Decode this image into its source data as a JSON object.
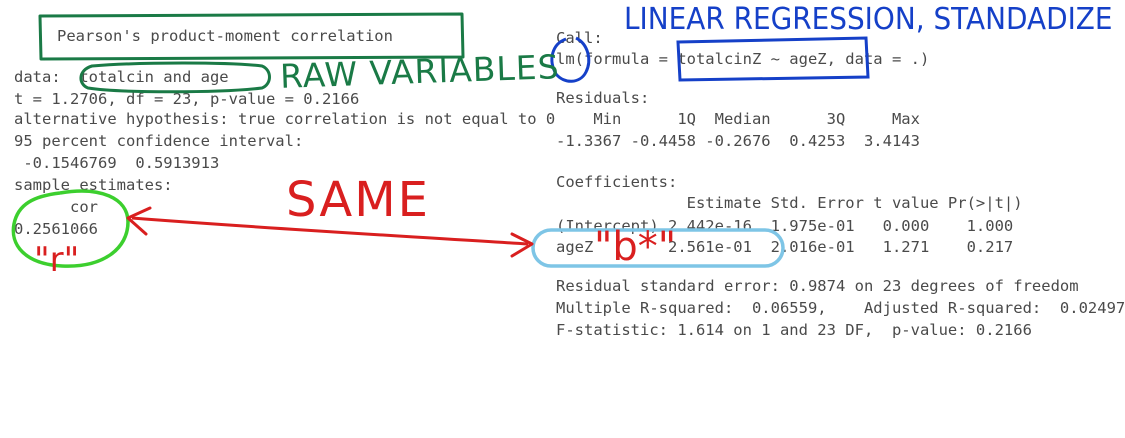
{
  "left_panel": {
    "title": "Pearson's product-moment correlation",
    "lines": [
      "data:  totalcin and age",
      "t = 1.2706, df = 23, p-value = 0.2166",
      "alternative hypothesis: true correlation is not equal to 0",
      "95 percent confidence interval:",
      " -0.1546769  0.5913913",
      "sample estimates:",
      "      cor",
      "0.2561066"
    ]
  },
  "right_panel": {
    "lines": [
      "Call:",
      "lm(formula = totalcinZ ~ ageZ, data = .)",
      "",
      "Residuals:",
      "    Min      1Q  Median      3Q     Max",
      "-1.3367 -0.4458 -0.2676  0.4253  3.4143",
      "",
      "Coefficients:",
      "              Estimate Std. Error t value Pr(>|t|)",
      "(Intercept) 2.442e-16  1.975e-01   0.000    1.000",
      "ageZ        2.561e-01  2.016e-01   1.271    0.217",
      "",
      "Residual standard error: 0.9874 on 23 degrees of freedom",
      "Multiple R-squared:  0.06559,    Adjusted R-squared:  0.02497",
      "F-statistic: 1.614 on 1 and 23 DF,  p-value: 0.2166"
    ]
  },
  "annotations": {
    "raw_variables": "RAW VARIABLES",
    "linear_regression": "LINEAR REGRESSION, STANDADIZE",
    "same": "SAME",
    "r_label": "\"r\"",
    "b_label": "\"b*\""
  },
  "colors": {
    "text": "#4a4a4a",
    "green_box": "#1a7a46",
    "blue_ink": "#1540c8",
    "red_ink": "#d91f1f",
    "bright_green": "#3ccf2e",
    "light_blue": "#7ec5e6"
  }
}
